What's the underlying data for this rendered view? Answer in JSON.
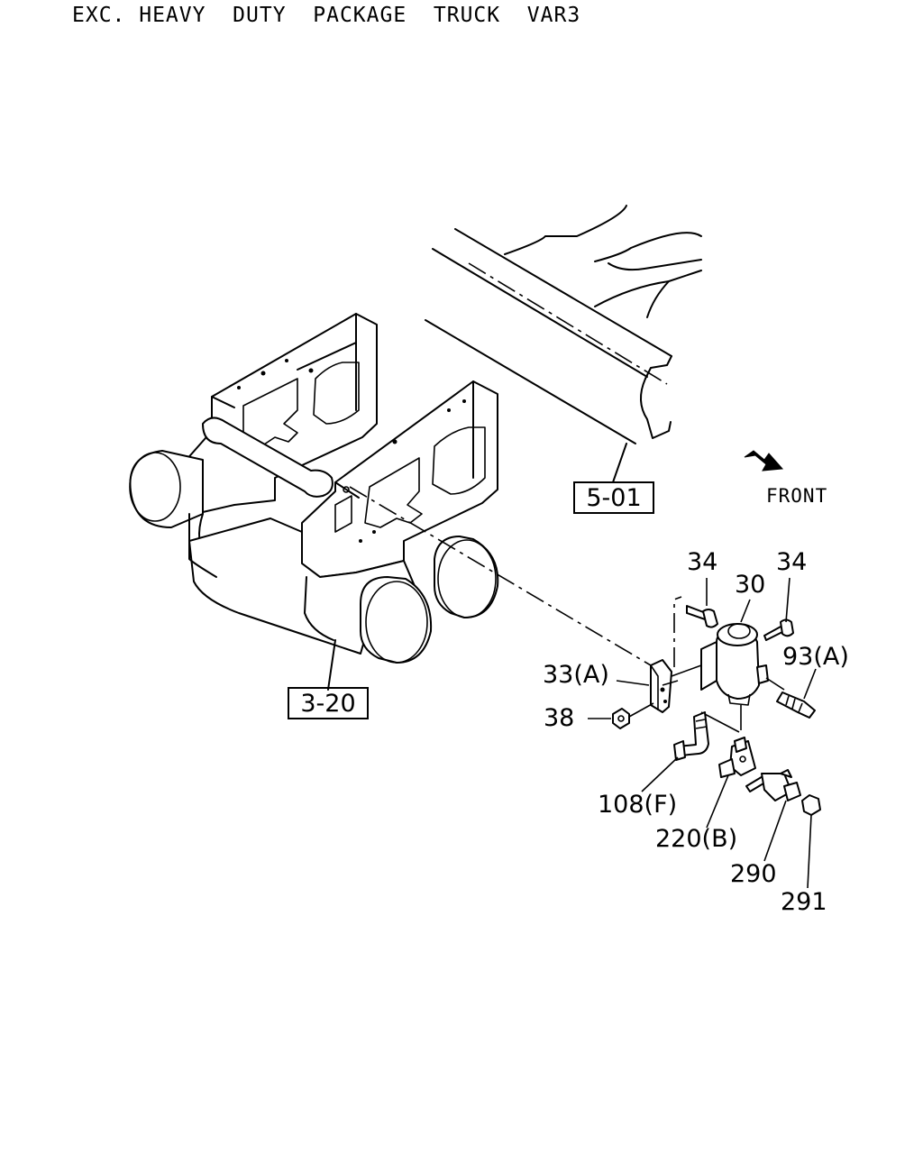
{
  "title": "EXC. HEAVY  DUTY  PACKAGE  TRUCK  VAR3",
  "front_label": "FRONT",
  "reference_boxes": {
    "frame": "5-01",
    "tank": "3-20"
  },
  "parts": {
    "bolt_left": "34",
    "bolt_right": "34",
    "valve": "30",
    "connector_a": "93(A)",
    "bracket": "33(A)",
    "nut": "38",
    "elbow": "108(F)",
    "tee": "220(B)",
    "drain_cock": "290",
    "cap": "291"
  }
}
